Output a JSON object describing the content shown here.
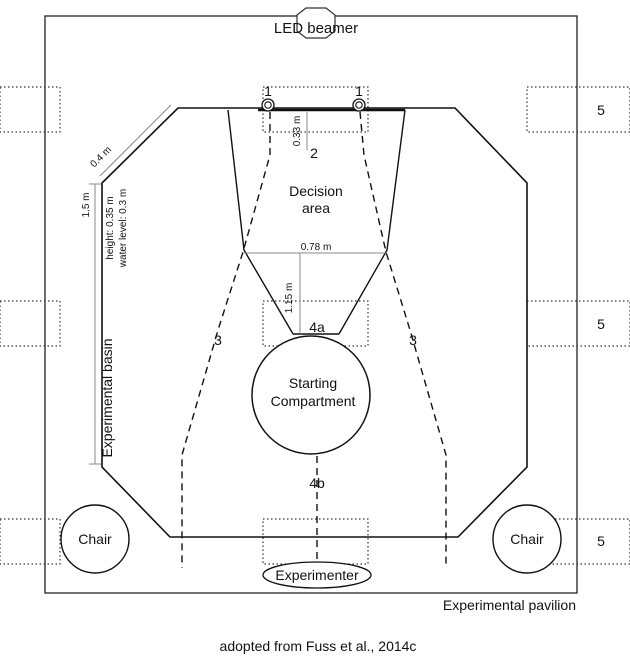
{
  "labels": {
    "led_beamer": "LED beamer",
    "decision_area_line1": "Decision",
    "decision_area_line2": "area",
    "starting_line1": "Starting",
    "starting_line2": "Compartment",
    "chair_left": "Chair",
    "chair_right": "Chair",
    "experimenter": "Experimenter",
    "pavilion": "Experimental pavilion",
    "basin": "Experimental basin",
    "caption": "adopted from Fuss et al., 2014c"
  },
  "markers": {
    "one_left": "1",
    "one_right": "1",
    "two": "2",
    "three_left": "3",
    "three_right": "3",
    "four_a": "4a",
    "four_b": "4b",
    "five_top": "5",
    "five_mid": "5",
    "five_bottom": "5"
  },
  "dimensions": {
    "d_04": "0.4 m",
    "d_15": "1.5 m",
    "height": "height: 0.35 m",
    "water": "water level: 0.3 m",
    "d_033": "0.33 m",
    "d_078": "0.78 m",
    "d_115": "1.15 m"
  }
}
